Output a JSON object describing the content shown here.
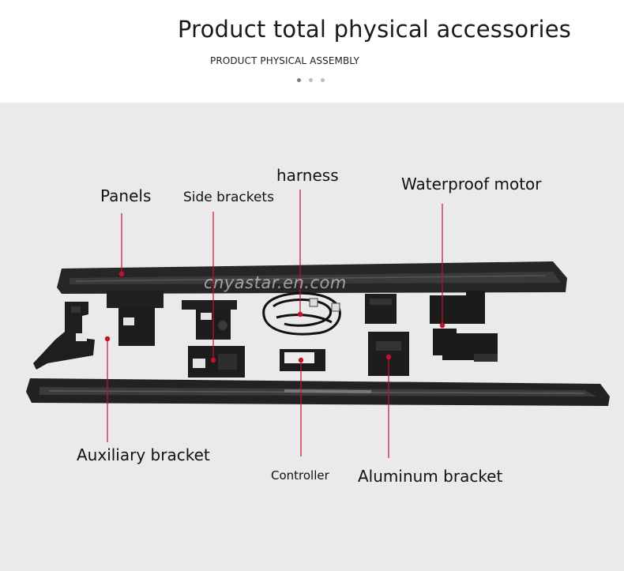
{
  "header": {
    "title": "Product total physical accessories",
    "subtitle": "PRODUCT PHYSICAL ASSEMBLY",
    "dots": [
      {
        "color": "#7a7a7a"
      },
      {
        "color": "#bdbdbd"
      },
      {
        "color": "#bdbdbd"
      }
    ]
  },
  "photo": {
    "watermark": "cnyastar.en.com",
    "labels": {
      "panels": "Panels",
      "side_brackets": "Side brackets",
      "harness": "harness",
      "waterproof_motor": "Waterproof motor",
      "auxiliary_bracket": "Auxiliary bracket",
      "controller": "Controller",
      "aluminum_bracket": "Aluminum bracket"
    },
    "accent_color": "#c8102e"
  }
}
